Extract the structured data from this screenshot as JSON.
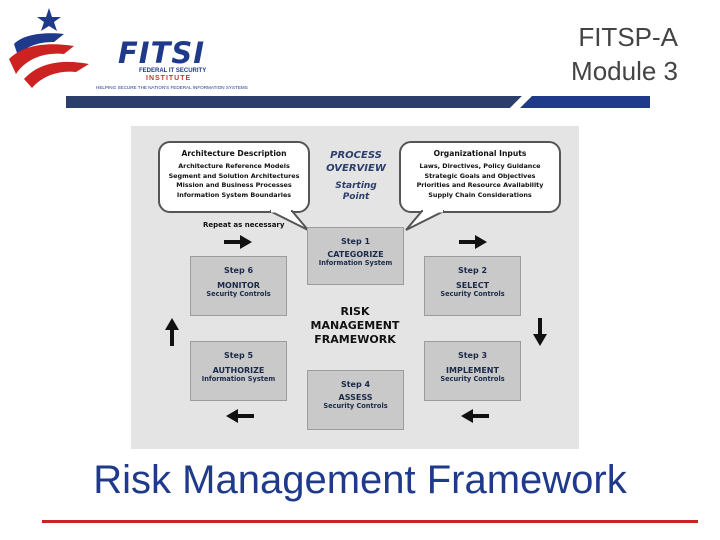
{
  "header": {
    "logo": {
      "wordmark": "FITSI",
      "sub1": "FEDERAL IT SECURITY",
      "sub2": "INSTITUTE",
      "tagline": "HELPING SECURE THE NATION'S FEDERAL INFORMATION SYSTEMS"
    },
    "module_line1": "FITSP-A",
    "module_line2": "Module 3"
  },
  "figure": {
    "architecture": {
      "title": "Architecture Description",
      "lines": [
        "Architecture Reference Models",
        "Segment and Solution Architectures",
        "Mission and Business Processes",
        "Information System Boundaries"
      ]
    },
    "process": {
      "line1": "PROCESS",
      "line2": "OVERVIEW",
      "line3": "Starting",
      "line4": "Point"
    },
    "organizational": {
      "title": "Organizational Inputs",
      "lines": [
        "Laws, Directives, Policy Guidance",
        "Strategic Goals and Objectives",
        "Priorities and Resource Availability",
        "Supply Chain Considerations"
      ]
    },
    "repeat": "Repeat as necessary",
    "center": {
      "line1": "RISK",
      "line2": "MANAGEMENT",
      "line3": "FRAMEWORK"
    },
    "steps": [
      {
        "step": "Step 1",
        "name": "CATEGORIZE",
        "desc": "Information System"
      },
      {
        "step": "Step 2",
        "name": "SELECT",
        "desc": "Security Controls"
      },
      {
        "step": "Step 3",
        "name": "IMPLEMENT",
        "desc": "Security Controls"
      },
      {
        "step": "Step 4",
        "name": "ASSESS",
        "desc": "Security Controls"
      },
      {
        "step": "Step 5",
        "name": "AUTHORIZE",
        "desc": "Information System"
      },
      {
        "step": "Step 6",
        "name": "MONITOR",
        "desc": "Security Controls"
      }
    ]
  },
  "title": "Risk Management Framework",
  "colors": {
    "navy": "#1f3a8a",
    "red": "#cc2222",
    "box": "#c9c9c9",
    "panel": "#e4e4e4"
  }
}
